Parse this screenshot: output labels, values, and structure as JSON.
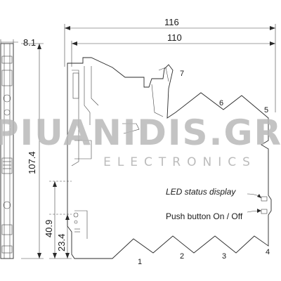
{
  "dimensions": {
    "overall_length": "116",
    "body_length": "110",
    "width": "8.1",
    "height": "107.4",
    "height_mid": "40.9",
    "height_low": "23.4"
  },
  "callouts": {
    "led_status": "LED status display",
    "push_button": "Push button On / Off"
  },
  "terminal_numbers": [
    "1",
    "2",
    "3",
    "4",
    "5",
    "6",
    "7"
  ],
  "watermark": {
    "brand": "PIUANIDIS.GR",
    "sub": "ELECTRONICS"
  },
  "colors": {
    "line": "#2a2a2a",
    "watermark": "#b9b9b9"
  }
}
